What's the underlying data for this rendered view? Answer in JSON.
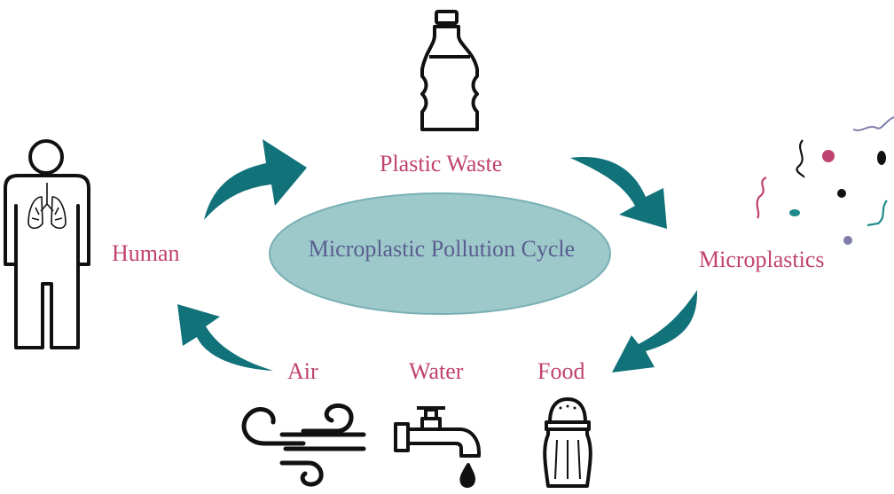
{
  "center": {
    "label": "Microplastic Pollution Cycle"
  },
  "nodes": {
    "plastic_waste": "Plastic Waste",
    "microplastics": "Microplastics",
    "human": "Human",
    "air": "Air",
    "water": "Water",
    "food": "Food"
  },
  "colors": {
    "label_text": "#c0426e",
    "center_text": "#5a5e8f",
    "ellipse_fill": "#9dc9cb",
    "ellipse_stroke": "#79b0b3",
    "arrow": "#12727a",
    "icon_stroke": "#111111",
    "particle_pink": "#c0426e",
    "particle_teal": "#1f8a8a",
    "particle_purple": "#7c7da8",
    "particle_black": "#111111"
  },
  "icons": {
    "bottle": "plastic-bottle-icon",
    "human": "human-lungs-icon",
    "particles": "microplastic-particles-icon",
    "air": "wind-icon",
    "water": "faucet-drop-icon",
    "food": "salt-shaker-icon"
  }
}
